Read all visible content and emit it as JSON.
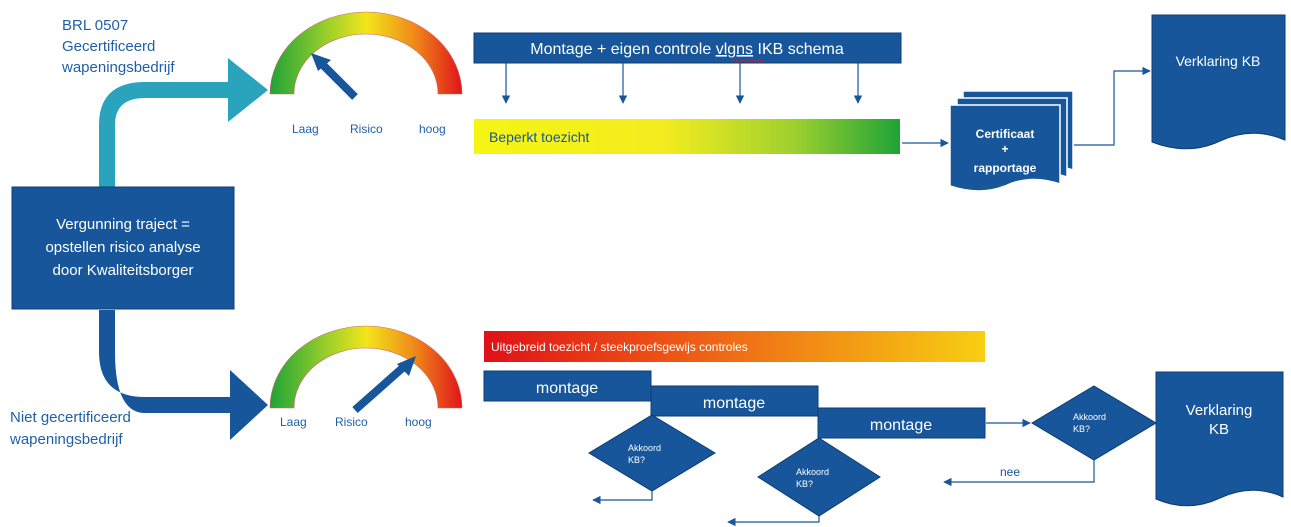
{
  "colors": {
    "navy": "#17569b",
    "text_blue": "#1f5fa8",
    "teal": "#2aa3bd",
    "green": "#1ea337",
    "yellow": "#f2f21a",
    "red": "#e0141a",
    "orange": "#f59c0b"
  },
  "top_label": {
    "line1": "BRL 0507",
    "line2": "Gecertificeerd",
    "line3": "wapeningsbedrijf"
  },
  "bottom_label": {
    "line1": "Niet gecertificeerd",
    "line2": "wapeningsbedrijf"
  },
  "start_box": {
    "line1": "Vergunning traject =",
    "line2": "opstellen risico analyse",
    "line3": "door Kwaliteitsborger"
  },
  "gauge_top": {
    "label_low": "Laag",
    "label_mid": "Risico",
    "label_high": "hoog",
    "level": "low"
  },
  "gauge_bottom": {
    "label_low": "Laag",
    "label_mid": "Risico",
    "label_high": "hoog",
    "level": "high"
  },
  "top_flow": {
    "montage_bar": {
      "prefix": "Montage + eigen controle ",
      "misspelled": "vlgns",
      "suffix": " IKB schema"
    },
    "toezicht_bar": "Beperkt toezicht",
    "certificate": {
      "line1": "Certificaat",
      "line2": "+",
      "line3": "rapportage"
    },
    "verklaring": "Verklaring KB"
  },
  "bottom_flow": {
    "toezicht_bar": "Uitgebreid toezicht / steekproefsgewijs controles",
    "steps": [
      "montage",
      "montage",
      "montage"
    ],
    "decision_1": {
      "line1": "Akkoord",
      "line2": "KB?"
    },
    "decision_2": {
      "line1": "Akkoord",
      "line2": "KB?"
    },
    "decision_3": {
      "line1": "Akkoord",
      "line2": "KB?"
    },
    "nee_label": "nee",
    "verklaring": {
      "line1": "Verklaring",
      "line2": "KB"
    }
  }
}
